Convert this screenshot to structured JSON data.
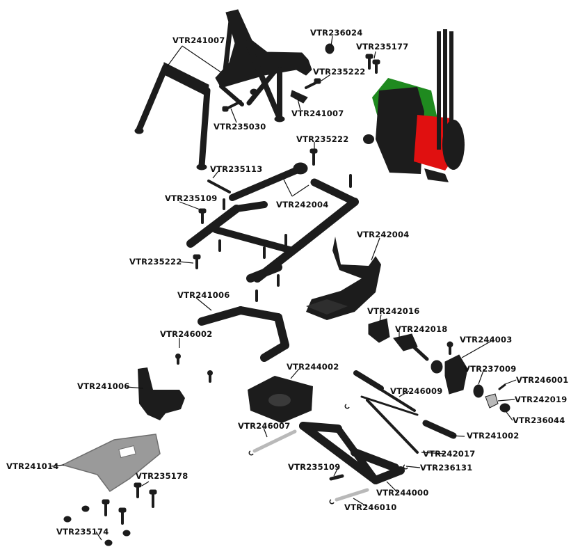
{
  "diagram": {
    "callouts": [
      {
        "id": "c1",
        "text": "VTR241007"
      },
      {
        "id": "c2",
        "text": "VTR236024"
      },
      {
        "id": "c3",
        "text": "VTR235177"
      },
      {
        "id": "c4",
        "text": "VTR235222"
      },
      {
        "id": "c5",
        "text": "VTR241007"
      },
      {
        "id": "c6",
        "text": "VTR235030"
      },
      {
        "id": "c7",
        "text": "VTR235222"
      },
      {
        "id": "c8",
        "text": "VTR235113"
      },
      {
        "id": "c9",
        "text": "VTR235109"
      },
      {
        "id": "c10",
        "text": "VTR242004"
      },
      {
        "id": "c11",
        "text": "VTR242004"
      },
      {
        "id": "c12",
        "text": "VTR235222"
      },
      {
        "id": "c13",
        "text": "VTR241006"
      },
      {
        "id": "c14",
        "text": "VTR242016"
      },
      {
        "id": "c15",
        "text": "VTR242018"
      },
      {
        "id": "c16",
        "text": "VTR246002"
      },
      {
        "id": "c17",
        "text": "VTR244003"
      },
      {
        "id": "c18",
        "text": "VTR244002"
      },
      {
        "id": "c19",
        "text": "VTR237009"
      },
      {
        "id": "c20",
        "text": "VTR241006"
      },
      {
        "id": "c21",
        "text": "VTR246001"
      },
      {
        "id": "c22",
        "text": "VTR246009"
      },
      {
        "id": "c23",
        "text": "VTR242019"
      },
      {
        "id": "c24",
        "text": "VTR236044"
      },
      {
        "id": "c25",
        "text": "VTR246007"
      },
      {
        "id": "c26",
        "text": "VTR241002"
      },
      {
        "id": "c27",
        "text": "VTR242017"
      },
      {
        "id": "c28",
        "text": "VTR241014"
      },
      {
        "id": "c29",
        "text": "VTR235178"
      },
      {
        "id": "c30",
        "text": "VTR235109"
      },
      {
        "id": "c31",
        "text": "VTR236131"
      },
      {
        "id": "c32",
        "text": "VTR244000"
      },
      {
        "id": "c33",
        "text": "VTR246010"
      },
      {
        "id": "c34",
        "text": "VTR235174"
      }
    ],
    "colors": {
      "part": "#1c1c1c",
      "part_highlight": "#3a3a3a",
      "motor_red": "#e01010",
      "gearbox_green": "#1f8a1f",
      "steel": "#b9b9b9",
      "plate": "#9a9a9a",
      "leader": "#111111"
    }
  }
}
